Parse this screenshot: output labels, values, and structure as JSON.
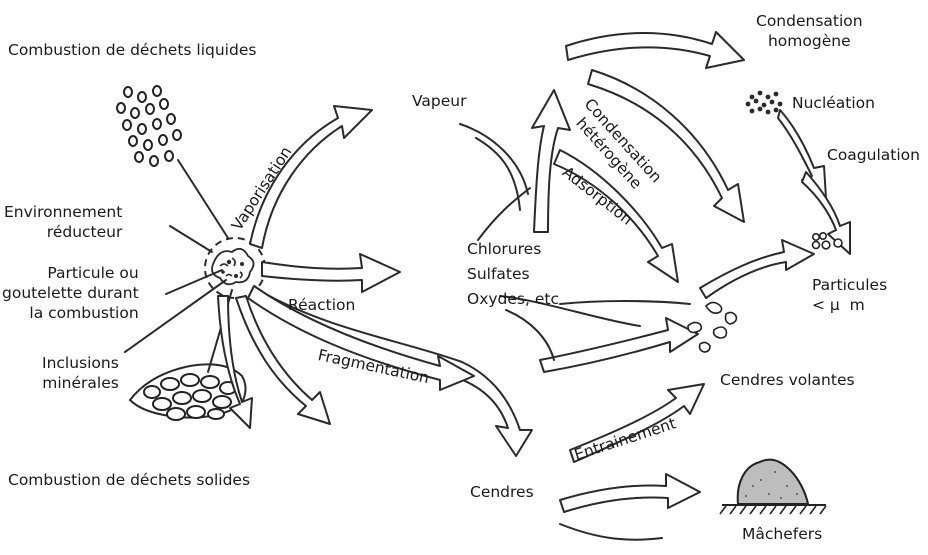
{
  "labels": {
    "combustion_liquides": "Combustion de déchets liquides",
    "combustion_solides": "Combustion de déchets solides",
    "environnement": "Environnement\nréducteur",
    "particule": "Particule ou\ngoutelette durant\nla combustion",
    "inclusions": "Inclusions\nminérales",
    "vaporisation": "Vaporisation",
    "reaction": "Réaction",
    "fragmentation": "Fragmentation",
    "vapeur": "Vapeur",
    "chlorures": "Chlorures\nSulfates\nOxydes, etc",
    "condensation_heterogene": "Condensation\nhétérogène",
    "adsorption": "Adsorption",
    "condensation_homogene": "Condensation\nhomogène",
    "nucleation": "Nucléation",
    "coagulation": "Coagulation",
    "particules": "Particules\n< μ  m",
    "cendres_volantes": "Cendres volantes",
    "entrainement": "Entrainement",
    "cendres": "Cendres",
    "machefers": "Mâchefers"
  }
}
